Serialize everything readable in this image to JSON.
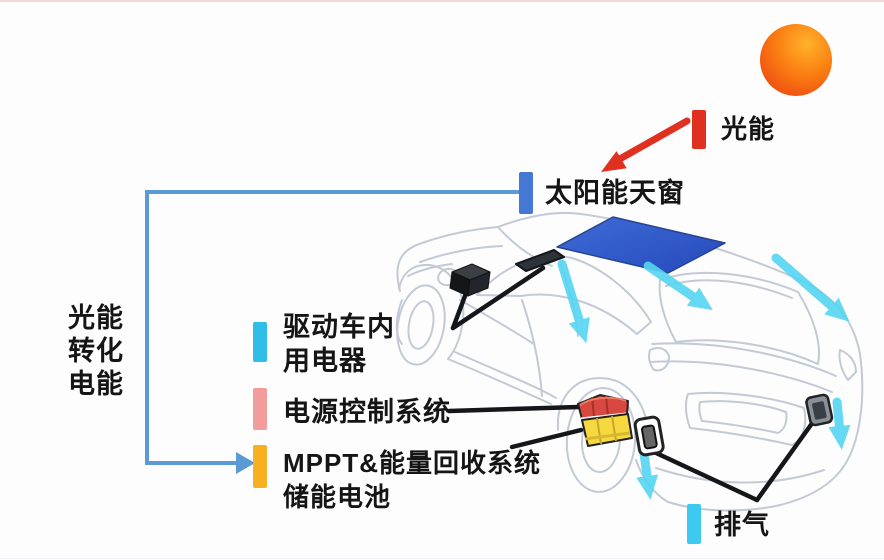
{
  "slide": {
    "background": "#FDFDFE",
    "top_border_color": "#F2D8D8"
  },
  "sun": {
    "icon": "sun-icon",
    "color_inner": "#FFB22A",
    "color_outer": "#E93810"
  },
  "energy_flow": {
    "light_energy_label": "光能",
    "light_arrow_color": "#E03020",
    "conversion_label_line1": "光能",
    "conversion_label_line2": "转化",
    "conversion_label_line3": "电能",
    "bracket_color": "#5B9BD5"
  },
  "components": {
    "solar_sunroof": {
      "label": "太阳能天窗",
      "bar_color": "#4577D4"
    },
    "drive_appliances": {
      "label_line1": "驱动车内",
      "label_line2": "用电器",
      "bar_color": "#2EBEE8"
    },
    "power_control": {
      "label": "电源控制系统",
      "bar_color": "#F29C9C"
    },
    "mppt": {
      "label_line1": "MPPT&能量回收系统",
      "label_line2": "储能电池",
      "bar_color": "#F7B020"
    },
    "exhaust": {
      "label": "排气",
      "bar_color": "#3EC9F2"
    }
  },
  "car": {
    "outline_color": "#C3CAD6",
    "solar_panel_color": "#2B4FC0",
    "airflow_color": "#55D6F2",
    "battery_body_color": "#F6D93F",
    "battery_lid_color": "#D84840",
    "icons": [
      "solar-panel-icon",
      "battery-icon",
      "rear-vent-icon",
      "side-vent-icon",
      "dash-vent-icon",
      "airflow-arrow-icon"
    ]
  }
}
